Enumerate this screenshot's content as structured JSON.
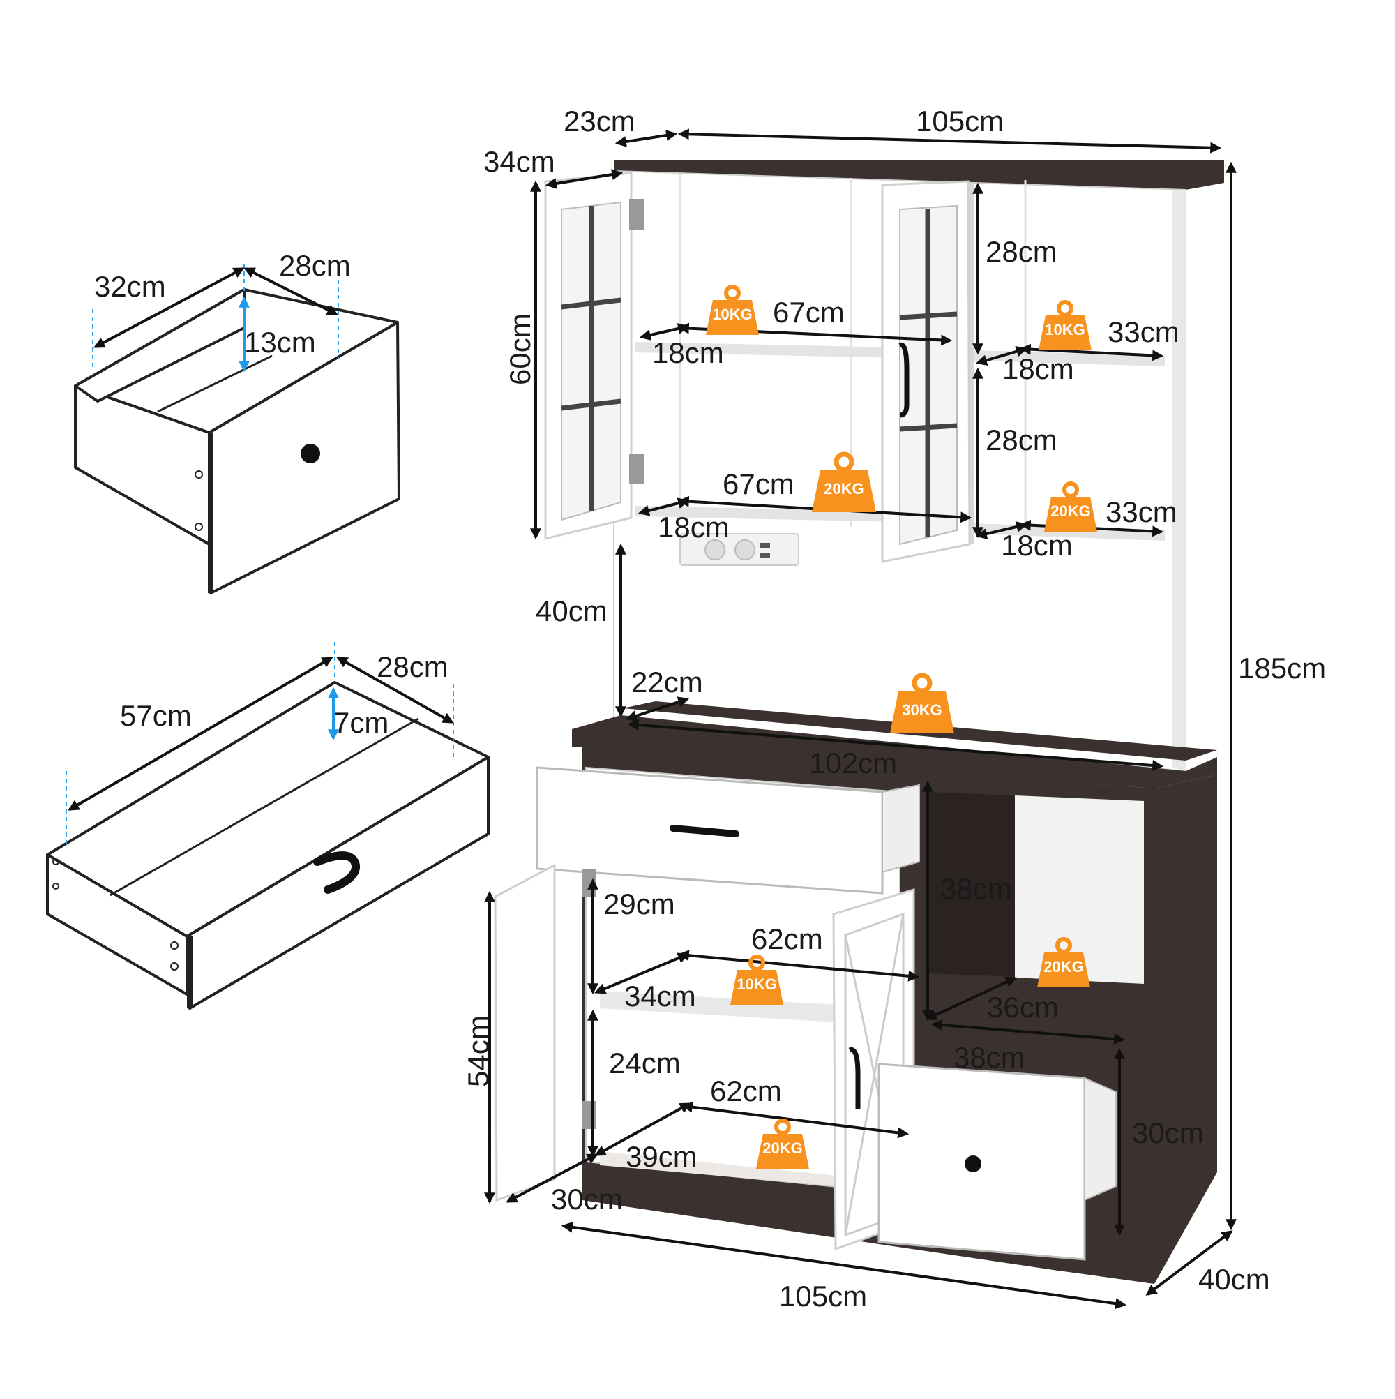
{
  "colors": {
    "wood_dark": "#3b3230",
    "white": "#ffffff",
    "weight_badge": "#f7921e",
    "arrow_blue": "#1e9be8",
    "line": "#111111"
  },
  "icons": {
    "weight": "weight-icon"
  },
  "small_drawer": {
    "width": "32cm",
    "depth": "28cm",
    "height": "13cm"
  },
  "large_drawer": {
    "width": "57cm",
    "depth": "28cm",
    "height": "7cm"
  },
  "cabinet": {
    "top": {
      "overall_width": "105cm",
      "top_depth": "23cm",
      "door_depth": "34cm",
      "upper_height": "60cm",
      "shelf1_width": "67cm",
      "shelf1_depth": "18cm",
      "shelf1_load": "10KG",
      "shelf2_width": "67cm",
      "shelf2_depth": "18cm",
      "shelf2_load": "20KG",
      "right_upper_height": "28cm",
      "right_shelf1_width": "33cm",
      "right_shelf1_depth": "18cm",
      "right_shelf1_load": "10KG",
      "right_lower_height": "28cm",
      "right_shelf2_width": "33cm",
      "right_shelf2_depth": "18cm",
      "right_shelf2_load": "20KG"
    },
    "middle": {
      "open_height": "40cm",
      "counter_depth": "22cm",
      "counter_width": "102cm",
      "counter_load": "30KG"
    },
    "bottom": {
      "overall_height": "185cm",
      "overall_width": "105cm",
      "overall_depth": "40cm",
      "door_height": "54cm",
      "door_depth": "30cm",
      "upper_space_height": "29cm",
      "upper_shelf_width": "62cm",
      "upper_shelf_depth": "34cm",
      "upper_shelf_load": "10KG",
      "lower_space_height": "24cm",
      "lower_shelf_width": "62cm",
      "lower_shelf_depth": "39cm",
      "lower_shelf_load": "20KG",
      "cubby_height": "38cm",
      "cubby_depth": "36cm",
      "cubby_width": "38cm",
      "cubby_load": "20KG",
      "drawer_height": "30cm"
    }
  }
}
